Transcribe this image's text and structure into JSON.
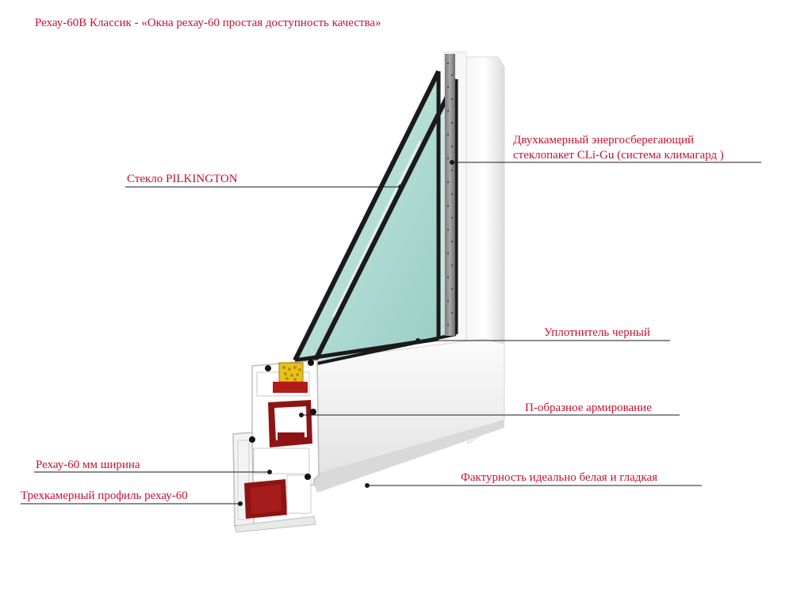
{
  "title": "Рехау-60В Классик - «Окна рехау-60 простая доступность качества»",
  "colors": {
    "label": "#c8102e",
    "leader": "#1a1a1a",
    "reinforcement": "#8e1414",
    "seal": "#111111",
    "spacer": "#e7c21d"
  },
  "labels": {
    "glass": "Стекло PILKINGTON",
    "unit_line1": "Двухкамерный энергосберегающий",
    "unit_line2": "стеклопакет CLi-Gu (система климагард )",
    "seal": "Уплотнитель черный",
    "reinforcement": "П-образное армирование",
    "width": "Рехау-60 мм ширина",
    "profile": "Трехкамерный  профиль рехау-60",
    "texture": "Фактурность  идеально белая и  гладкая"
  }
}
